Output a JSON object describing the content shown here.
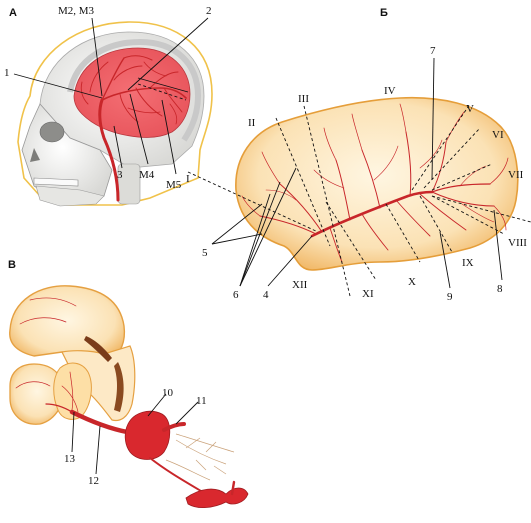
{
  "panels": {
    "a": "А",
    "b": "Б",
    "c": "В"
  },
  "panel_a": {
    "labels": {
      "n1": "1",
      "n2": "2",
      "m2m3": "M2, M3",
      "n3": "3",
      "m4": "M4",
      "m5": "M5"
    }
  },
  "panel_b": {
    "roman": [
      "I",
      "II",
      "III",
      "IV",
      "V",
      "VI",
      "VII",
      "VIII",
      "IX",
      "X",
      "XI",
      "XII"
    ],
    "numbers": {
      "n4": "4",
      "n5": "5",
      "n6": "6",
      "n7": "7",
      "n8": "8",
      "n9": "9"
    }
  },
  "panel_c": {
    "labels": {
      "n10": "10",
      "n11": "11",
      "n12": "12",
      "n13": "13"
    }
  },
  "colors": {
    "artery": "#c8262a",
    "tissue": "#f3c98a",
    "tissue_light": "#fbe8c4",
    "skull": "#f1f1ef",
    "outline": "#f0b84a"
  }
}
